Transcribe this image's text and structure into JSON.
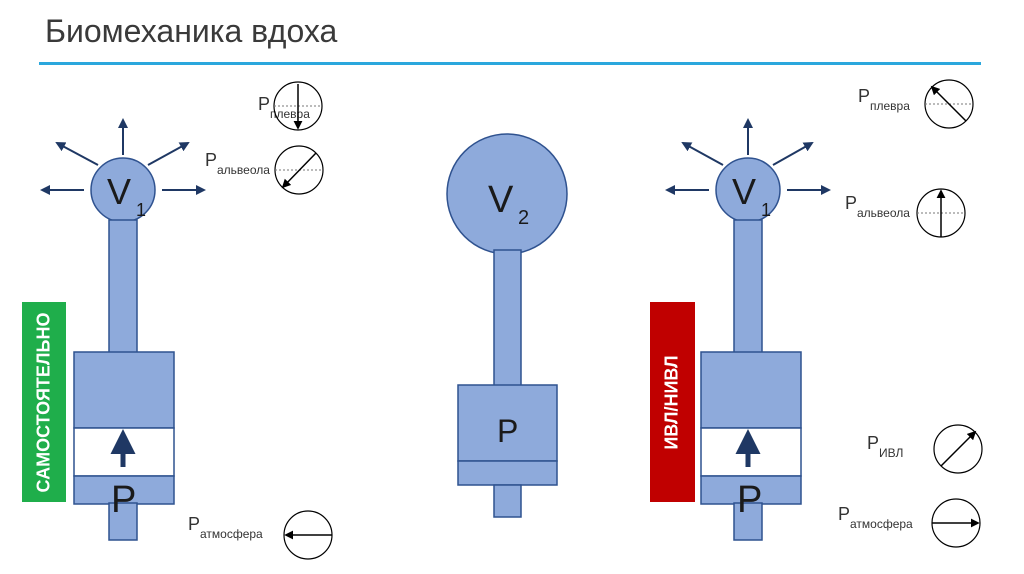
{
  "title": "Биомеханика вдоха",
  "side_labels": {
    "left": "САМОСТОЯТЕЛЬНО",
    "right": "ИВЛ/НИВЛ"
  },
  "colors": {
    "fill": "#8eaadb",
    "stroke": "#2f528f",
    "arrow": "#1f3864",
    "accent_line": "#2aa7dd",
    "side_green": "#1fae4b",
    "side_red": "#c00000"
  },
  "left_unit": {
    "volume": "V",
    "volume_sub": "1",
    "pressure": "P",
    "gauges": [
      {
        "main": "P",
        "sub": "плевра"
      },
      {
        "main": "P",
        "sub": "альвеола"
      },
      {
        "main": "P",
        "sub": "атмосфера"
      }
    ]
  },
  "center_unit": {
    "volume": "V",
    "volume_sub": "2",
    "pressure": "P"
  },
  "right_unit": {
    "volume": "V",
    "volume_sub": "1",
    "pressure": "P",
    "gauges": [
      {
        "main": "P",
        "sub": "плевра"
      },
      {
        "main": "P",
        "sub": "альвеола"
      },
      {
        "main": "P",
        "sub": "ИВЛ"
      },
      {
        "main": "P",
        "sub": "атмосфера"
      }
    ]
  }
}
